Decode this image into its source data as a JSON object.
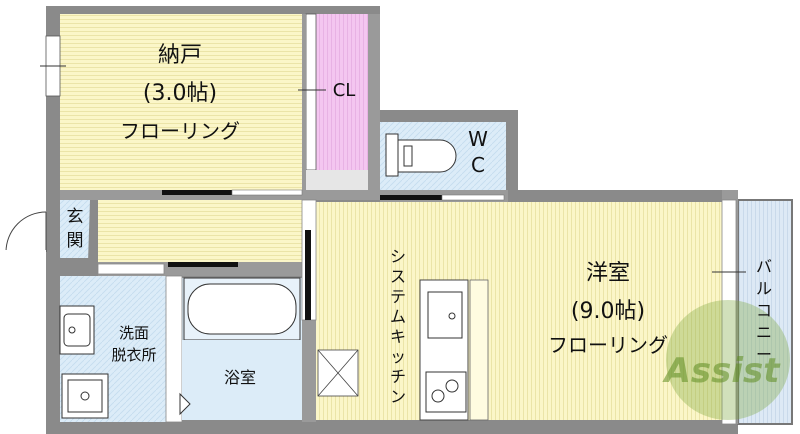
{
  "rooms": {
    "storage": {
      "name": "納戸",
      "size": "(3.0帖)",
      "floor": "フローリング"
    },
    "closet": {
      "label": "CL"
    },
    "toilet": {
      "label_w": "W",
      "label_c": "C"
    },
    "western": {
      "name": "洋室",
      "size": "(9.0帖)",
      "floor": "フローリング"
    },
    "entrance": {
      "label_1": "玄",
      "label_2": "関"
    },
    "washroom": {
      "label_1": "洗面",
      "label_2": "脱衣所"
    },
    "bath": {
      "label": "浴室"
    },
    "kitchen": {
      "label": [
        "シ",
        "ス",
        "テ",
        "ム",
        "キ",
        "ッ",
        "チ",
        "ン"
      ]
    },
    "balcony": {
      "label": [
        "バ",
        "ル",
        "コ",
        "ニ",
        "ー"
      ]
    }
  },
  "watermark": {
    "text": "Assist"
  },
  "colors": {
    "floor_fill": "#fbf6c8",
    "floor_stripe": "#e9e3a6",
    "closet_fill": "#f4c6f0",
    "wet_fill": "#d8ecf8",
    "balcony_fill": "#dde9f5",
    "wall": "#7d7d7d",
    "watermark": "#6a9a30"
  }
}
